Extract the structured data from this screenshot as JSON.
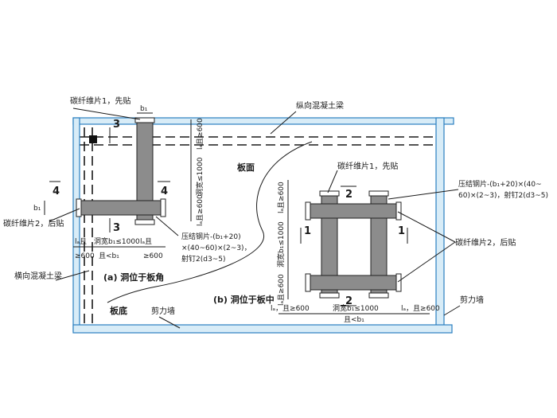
{
  "labels": {
    "cfrp1_first_left": "碳纤维片1，先贴",
    "b1": "b₁",
    "long_beam": "纵向混凝土梁",
    "slab_face": "板面",
    "sec3_top": "3",
    "sec3_bot": "3",
    "sec4_left": "4",
    "sec4_right": "4",
    "cfrp2_after_left": "碳纤维片2，后贴",
    "la_600_top": "lₐ且≥600",
    "hole_h_left": "洞宽≤1000",
    "la_600_left_v": "lₐ且≥600",
    "b_mark_left": "b₁",
    "la_600_bot1": "lₐ且",
    "ge600_a": "≥600",
    "hole_w_left": "洞宽b₁≤1000",
    "lt_b1_left": "且<b₁",
    "la_600_bot2": "lₐ且",
    "ge600_b": "≥600",
    "steel_left_1": "压结钢片-(b₁+20)",
    "steel_left_2": "×(40~60)×(2~3)，",
    "steel_left_3": "射钉2(d3~5)",
    "cap_a": "(a) 洞位于板角",
    "trans_beam": "横向混凝土梁",
    "slab_bottom": "板底",
    "shear_wall_a": "剪力墙",
    "cfrp1_first_right": "碳纤维片1，先贴",
    "sec2_top": "2",
    "sec2_bot": "2",
    "sec1_left": "1",
    "sec1_right": "1",
    "steel_right_1": "压结钢片-(b₁+20)×(40~",
    "steel_right_2": "60)×(2~3)，射钉2(d3~5)",
    "cfrp2_after_right": "碳纤维片2，后贴",
    "la_600_v_r1": "lₐ且≥600",
    "hole_h_right": "洞宽b₁≤1000",
    "la_600_v_r2": "lₐ且≥600",
    "cap_b": "(b) 洞位于板中",
    "la_600_bot_r1": "lₐ，且≥600",
    "hole_w_right": "洞宽b₁≤1000",
    "lt_b1_right": "且<b₁",
    "la_600_bot_r2": "lₐ，且≥600",
    "shear_wall_b": "剪力墙"
  },
  "colors": {
    "wall_edge": "#2a7fc0",
    "wall_fill": "#d8ecf7",
    "strip": "#8c8c8c",
    "line": "#1a1a1a"
  }
}
